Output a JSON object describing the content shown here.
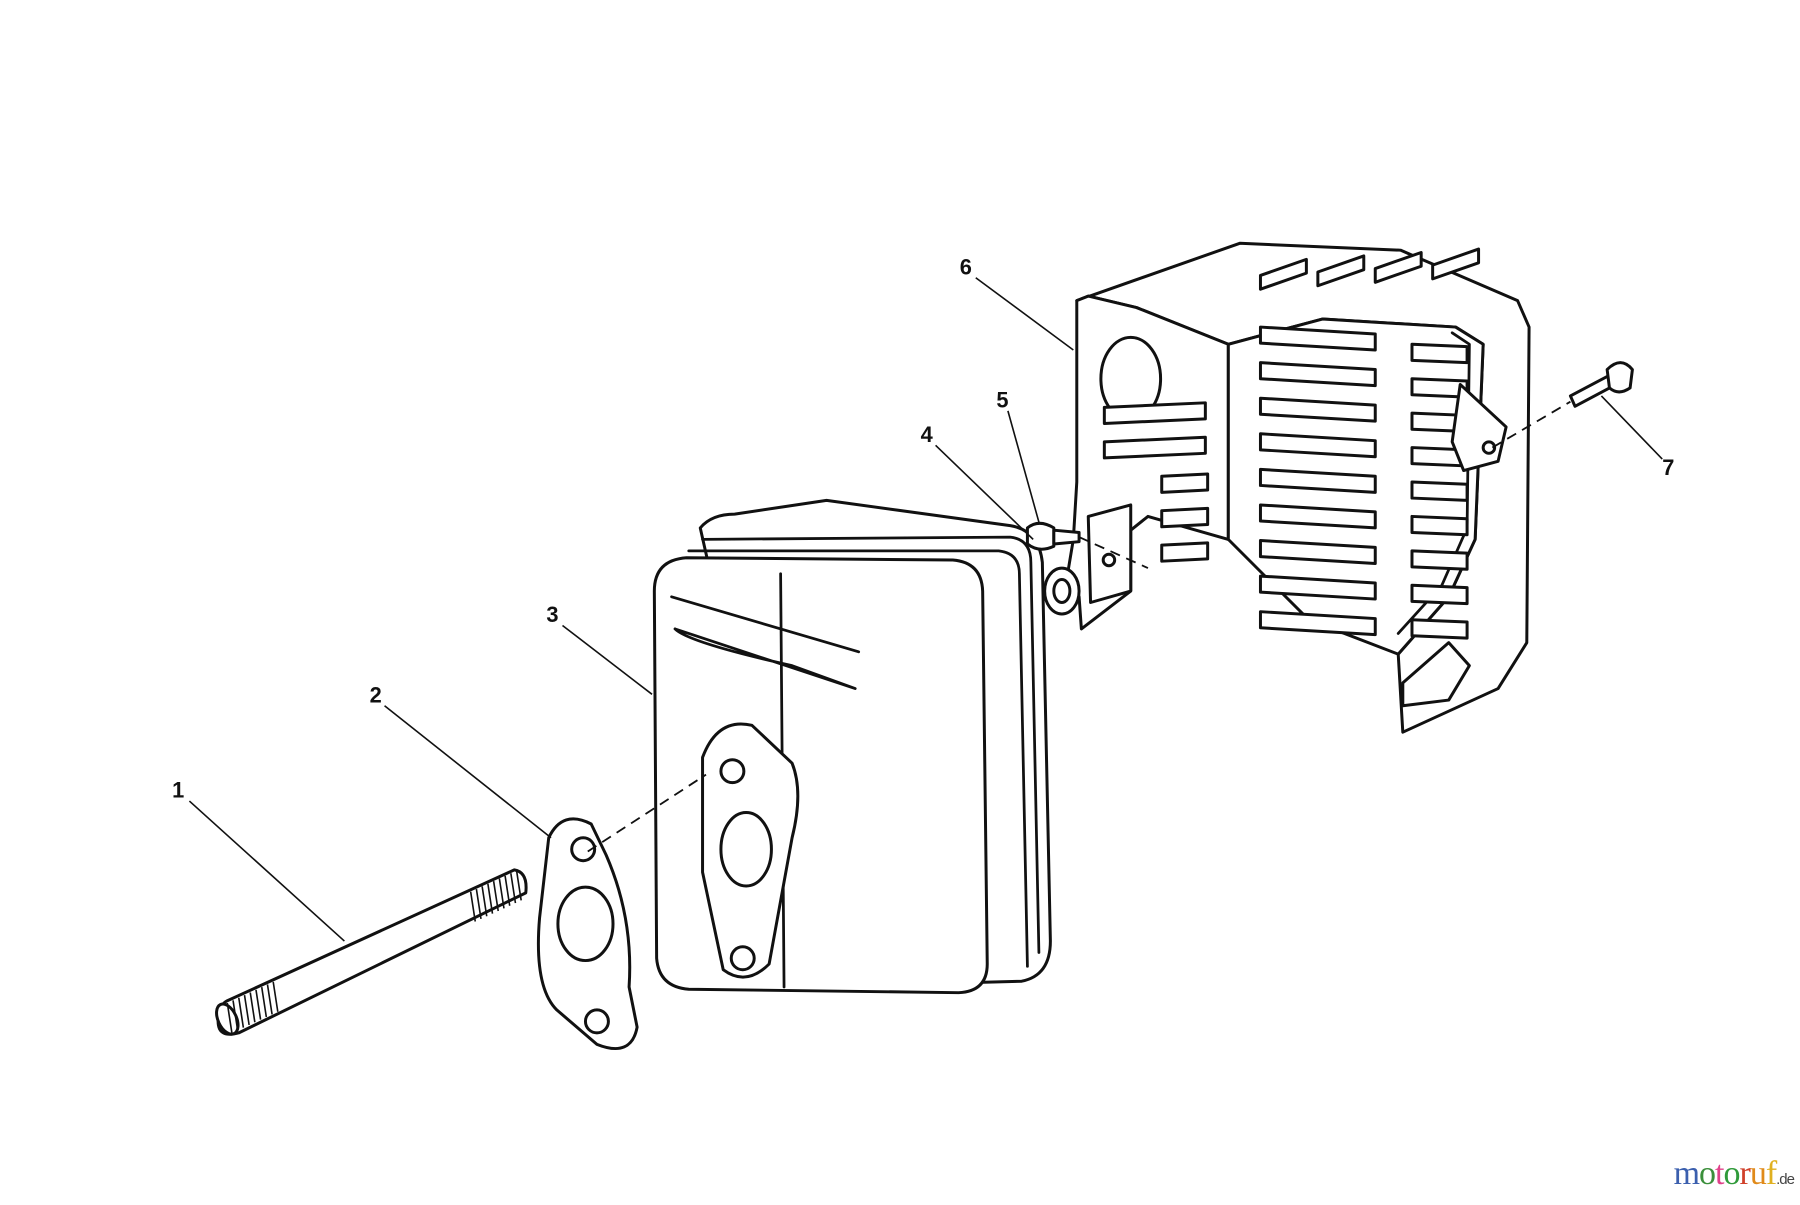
{
  "diagram": {
    "callouts": [
      {
        "id": "1",
        "part": "stud"
      },
      {
        "id": "2",
        "part": "gasket"
      },
      {
        "id": "3",
        "part": "muffler"
      },
      {
        "id": "4",
        "part": "lock-washer"
      },
      {
        "id": "5",
        "part": "screw"
      },
      {
        "id": "6",
        "part": "muffler-guard"
      },
      {
        "id": "7",
        "part": "screw"
      }
    ]
  },
  "watermark": {
    "letters": [
      "m",
      "o",
      "t",
      "o",
      "r",
      "u",
      "f"
    ],
    "colors": [
      "#3b5fae",
      "#3b8f3b",
      "#e0428a",
      "#2f9a3a",
      "#d0402a",
      "#e08a1a",
      "#e0b020"
    ],
    "suffix": ".de"
  }
}
